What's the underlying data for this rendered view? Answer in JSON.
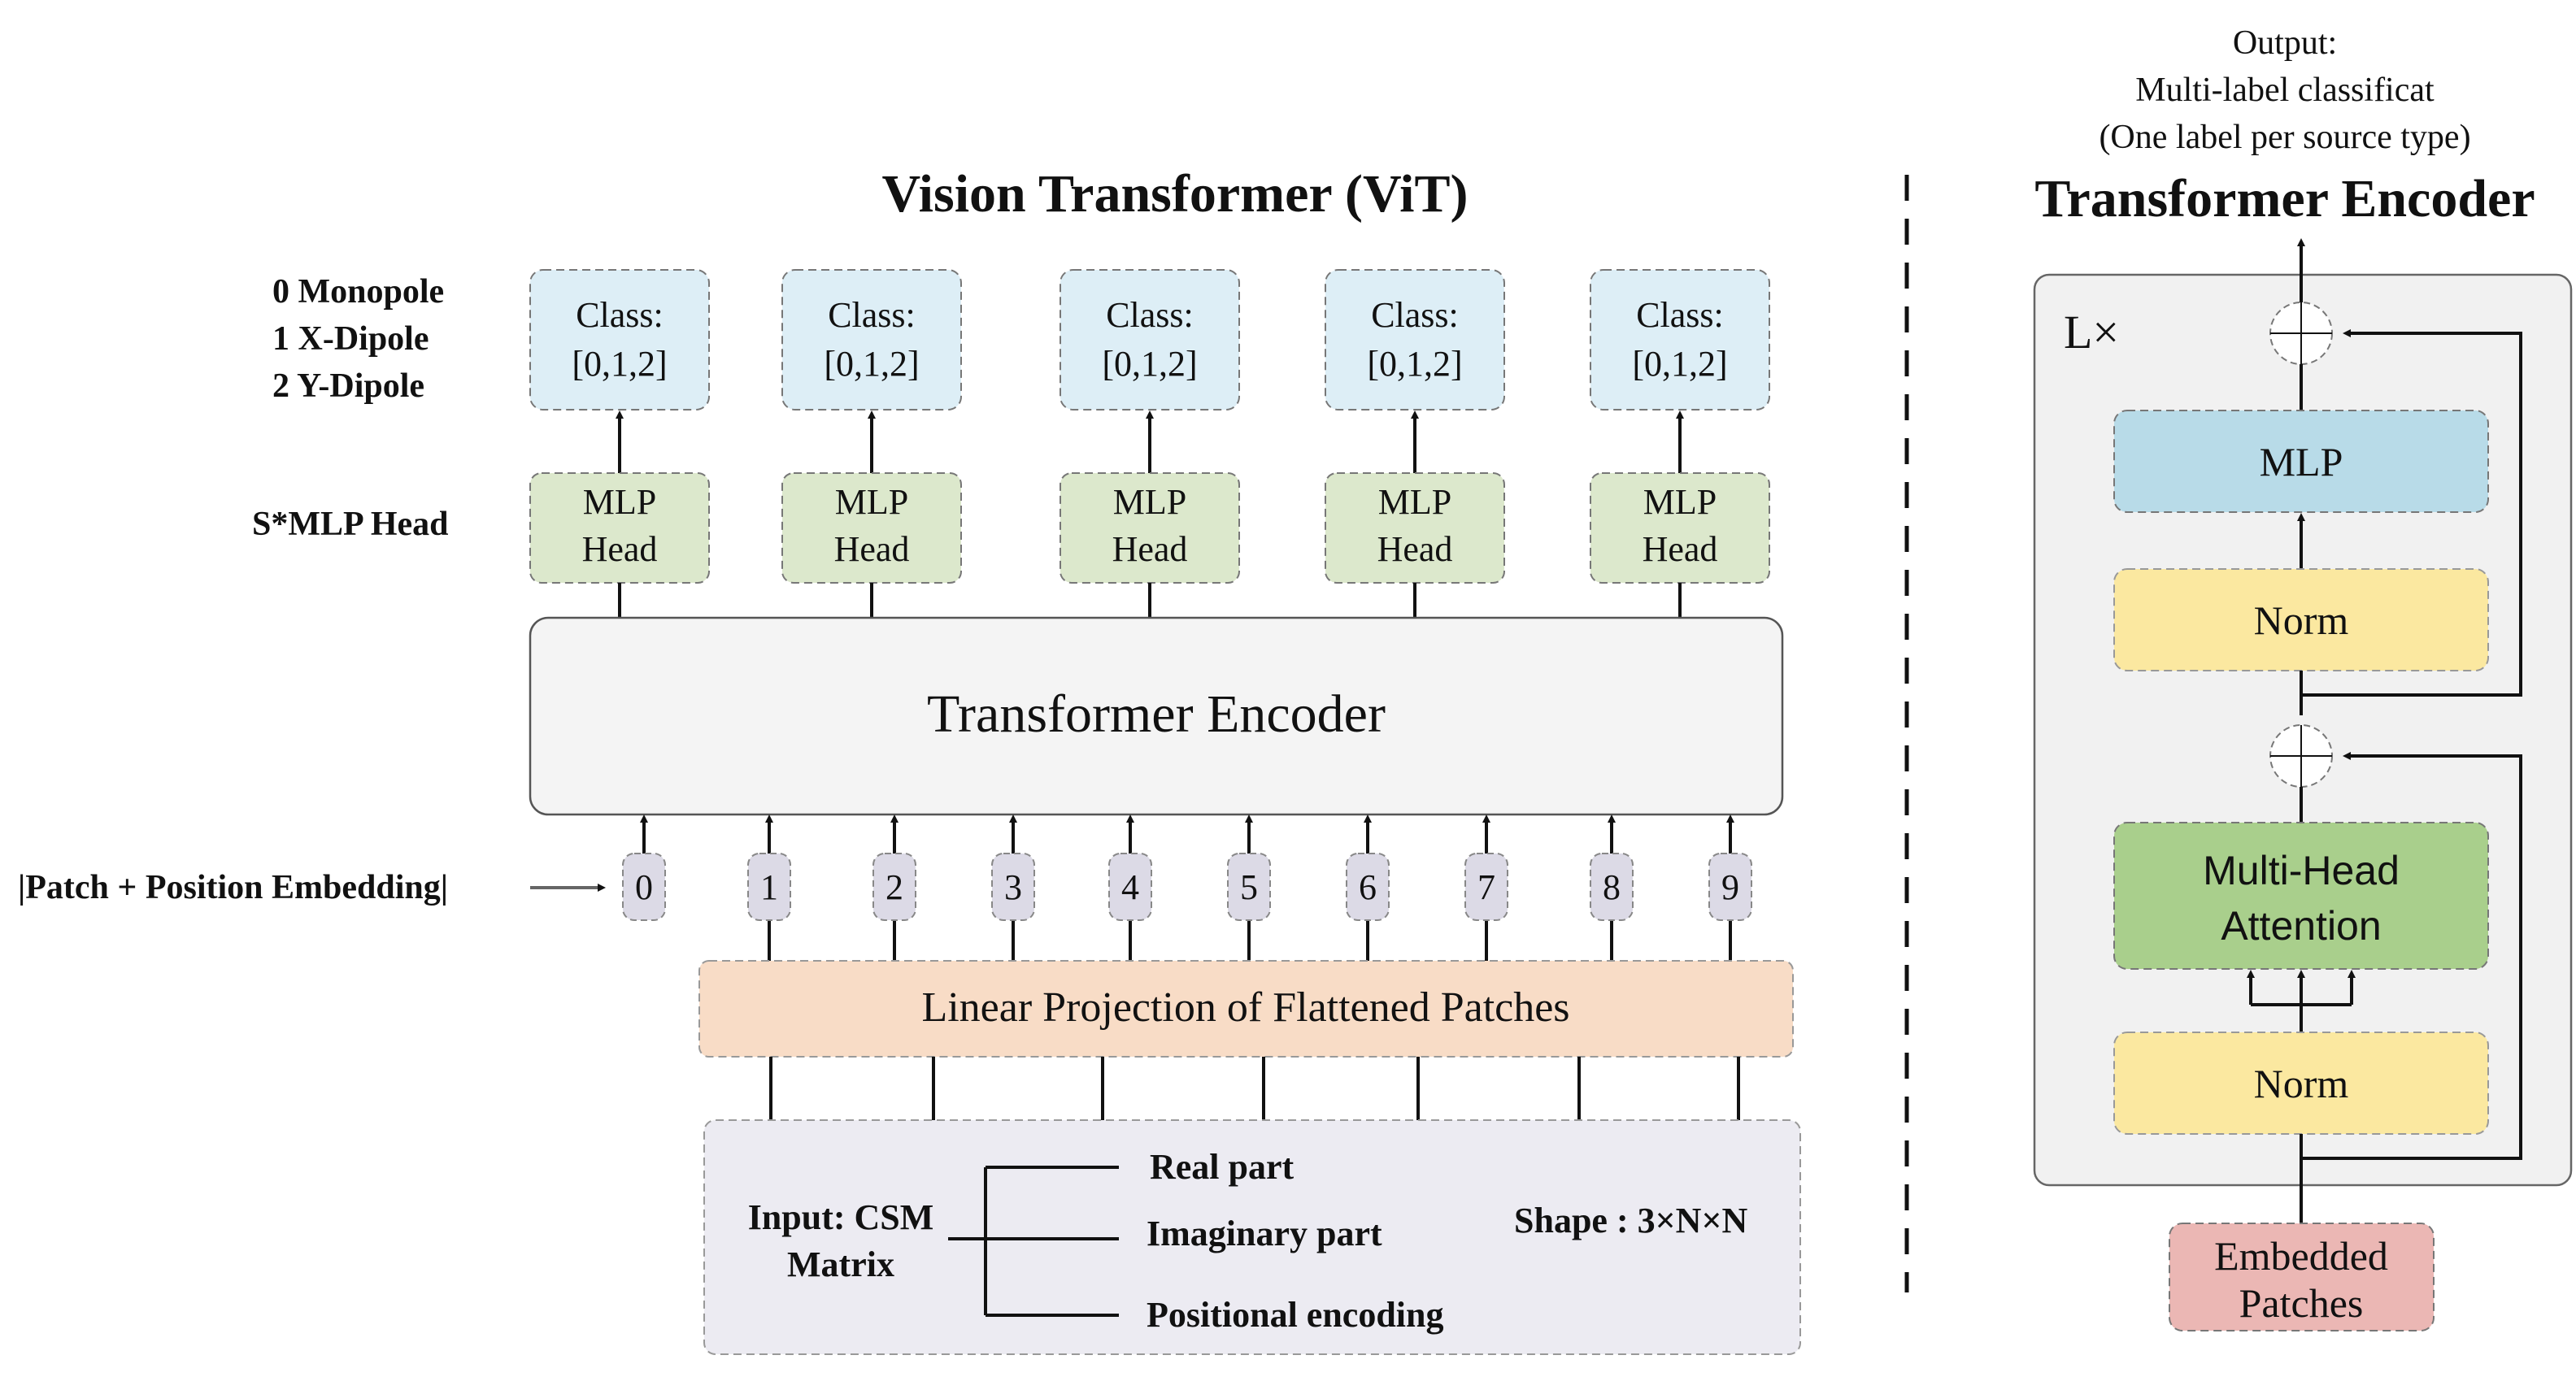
{
  "vit": {
    "title": "Vision Transformer (ViT)",
    "class_labels": [
      "0 Monopole",
      "1 X-Dipole",
      "2 Y-Dipole"
    ],
    "head_label": "S*MLP Head",
    "class_boxes": [
      {
        "line1": "Class:",
        "line2": "[0,1,2]"
      },
      {
        "line1": "Class:",
        "line2": "[0,1,2]"
      },
      {
        "line1": "Class:",
        "line2": "[0,1,2]"
      },
      {
        "line1": "Class:",
        "line2": "[0,1,2]"
      },
      {
        "line1": "Class:",
        "line2": "[0,1,2]"
      }
    ],
    "mlp_heads": [
      {
        "line1": "MLP",
        "line2": "Head"
      },
      {
        "line1": "MLP",
        "line2": "Head"
      },
      {
        "line1": "MLP",
        "line2": "Head"
      },
      {
        "line1": "MLP",
        "line2": "Head"
      },
      {
        "line1": "MLP",
        "line2": "Head"
      }
    ],
    "encoder_label": "Transformer Encoder",
    "embedding_label": "|Patch + Position Embedding|",
    "tokens": [
      "0",
      "1",
      "2",
      "3",
      "4",
      "5",
      "6",
      "7",
      "8",
      "9"
    ],
    "projection_label": "Linear Projection of Flattened Patches",
    "input": {
      "line1": "Input: CSM",
      "line2": "Matrix",
      "branches": [
        "Real part",
        "Imaginary part",
        "Positional encoding"
      ],
      "shape": "Shape : 3×N×N"
    }
  },
  "encoder_detail": {
    "output_lines": [
      "Output:",
      "Multi-label classificat",
      "(One label per source type)"
    ],
    "title": "Transformer Encoder",
    "repeat_label": "L×",
    "mlp_label": "MLP",
    "norm_top_label": "Norm",
    "attention_line1": "Multi-Head",
    "attention_line2": "Attention",
    "norm_bottom_label": "Norm",
    "embedded_line1": "Embedded",
    "embedded_line2": "Patches"
  },
  "colors": {
    "class_fill": "#DDEEF6",
    "mlp_head_fill": "#DCE8CC",
    "encoder_fill": "#F4F4F4",
    "token_fill": "#DCDAE6",
    "projection_fill": "#F8DCC6",
    "input_fill": "#ECEBF2",
    "detail_panel_fill": "#F1F1F1",
    "detail_mlp_fill": "#B8DBE8",
    "norm_fill": "#FBE8A0",
    "attention_fill": "#A9CF8C",
    "embedded_fill": "#EBB7B4"
  }
}
